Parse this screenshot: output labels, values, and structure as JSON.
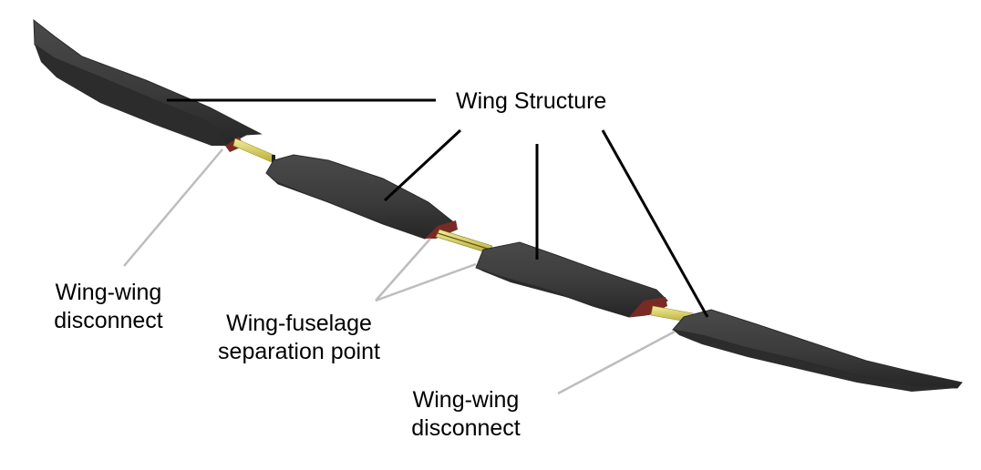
{
  "labels": {
    "wing_structure": "Wing Structure",
    "wing_wing_disconnect_left": [
      "Wing-wing",
      "disconnect"
    ],
    "wing_fuselage_separation": [
      "Wing-fuselage",
      "separation point"
    ],
    "wing_wing_disconnect_right": [
      "Wing-wing",
      "disconnect"
    ]
  },
  "colors": {
    "wing_skin": "#3e3e3e",
    "wing_shadow": "#2a2a2a",
    "wing_edge": "#555555",
    "spar": "#e8e07a",
    "spar_dark": "#b8ae3a",
    "rib_red": "#7a2a24",
    "leader_black": "#000000",
    "leader_gray": "#bdbdbd"
  }
}
